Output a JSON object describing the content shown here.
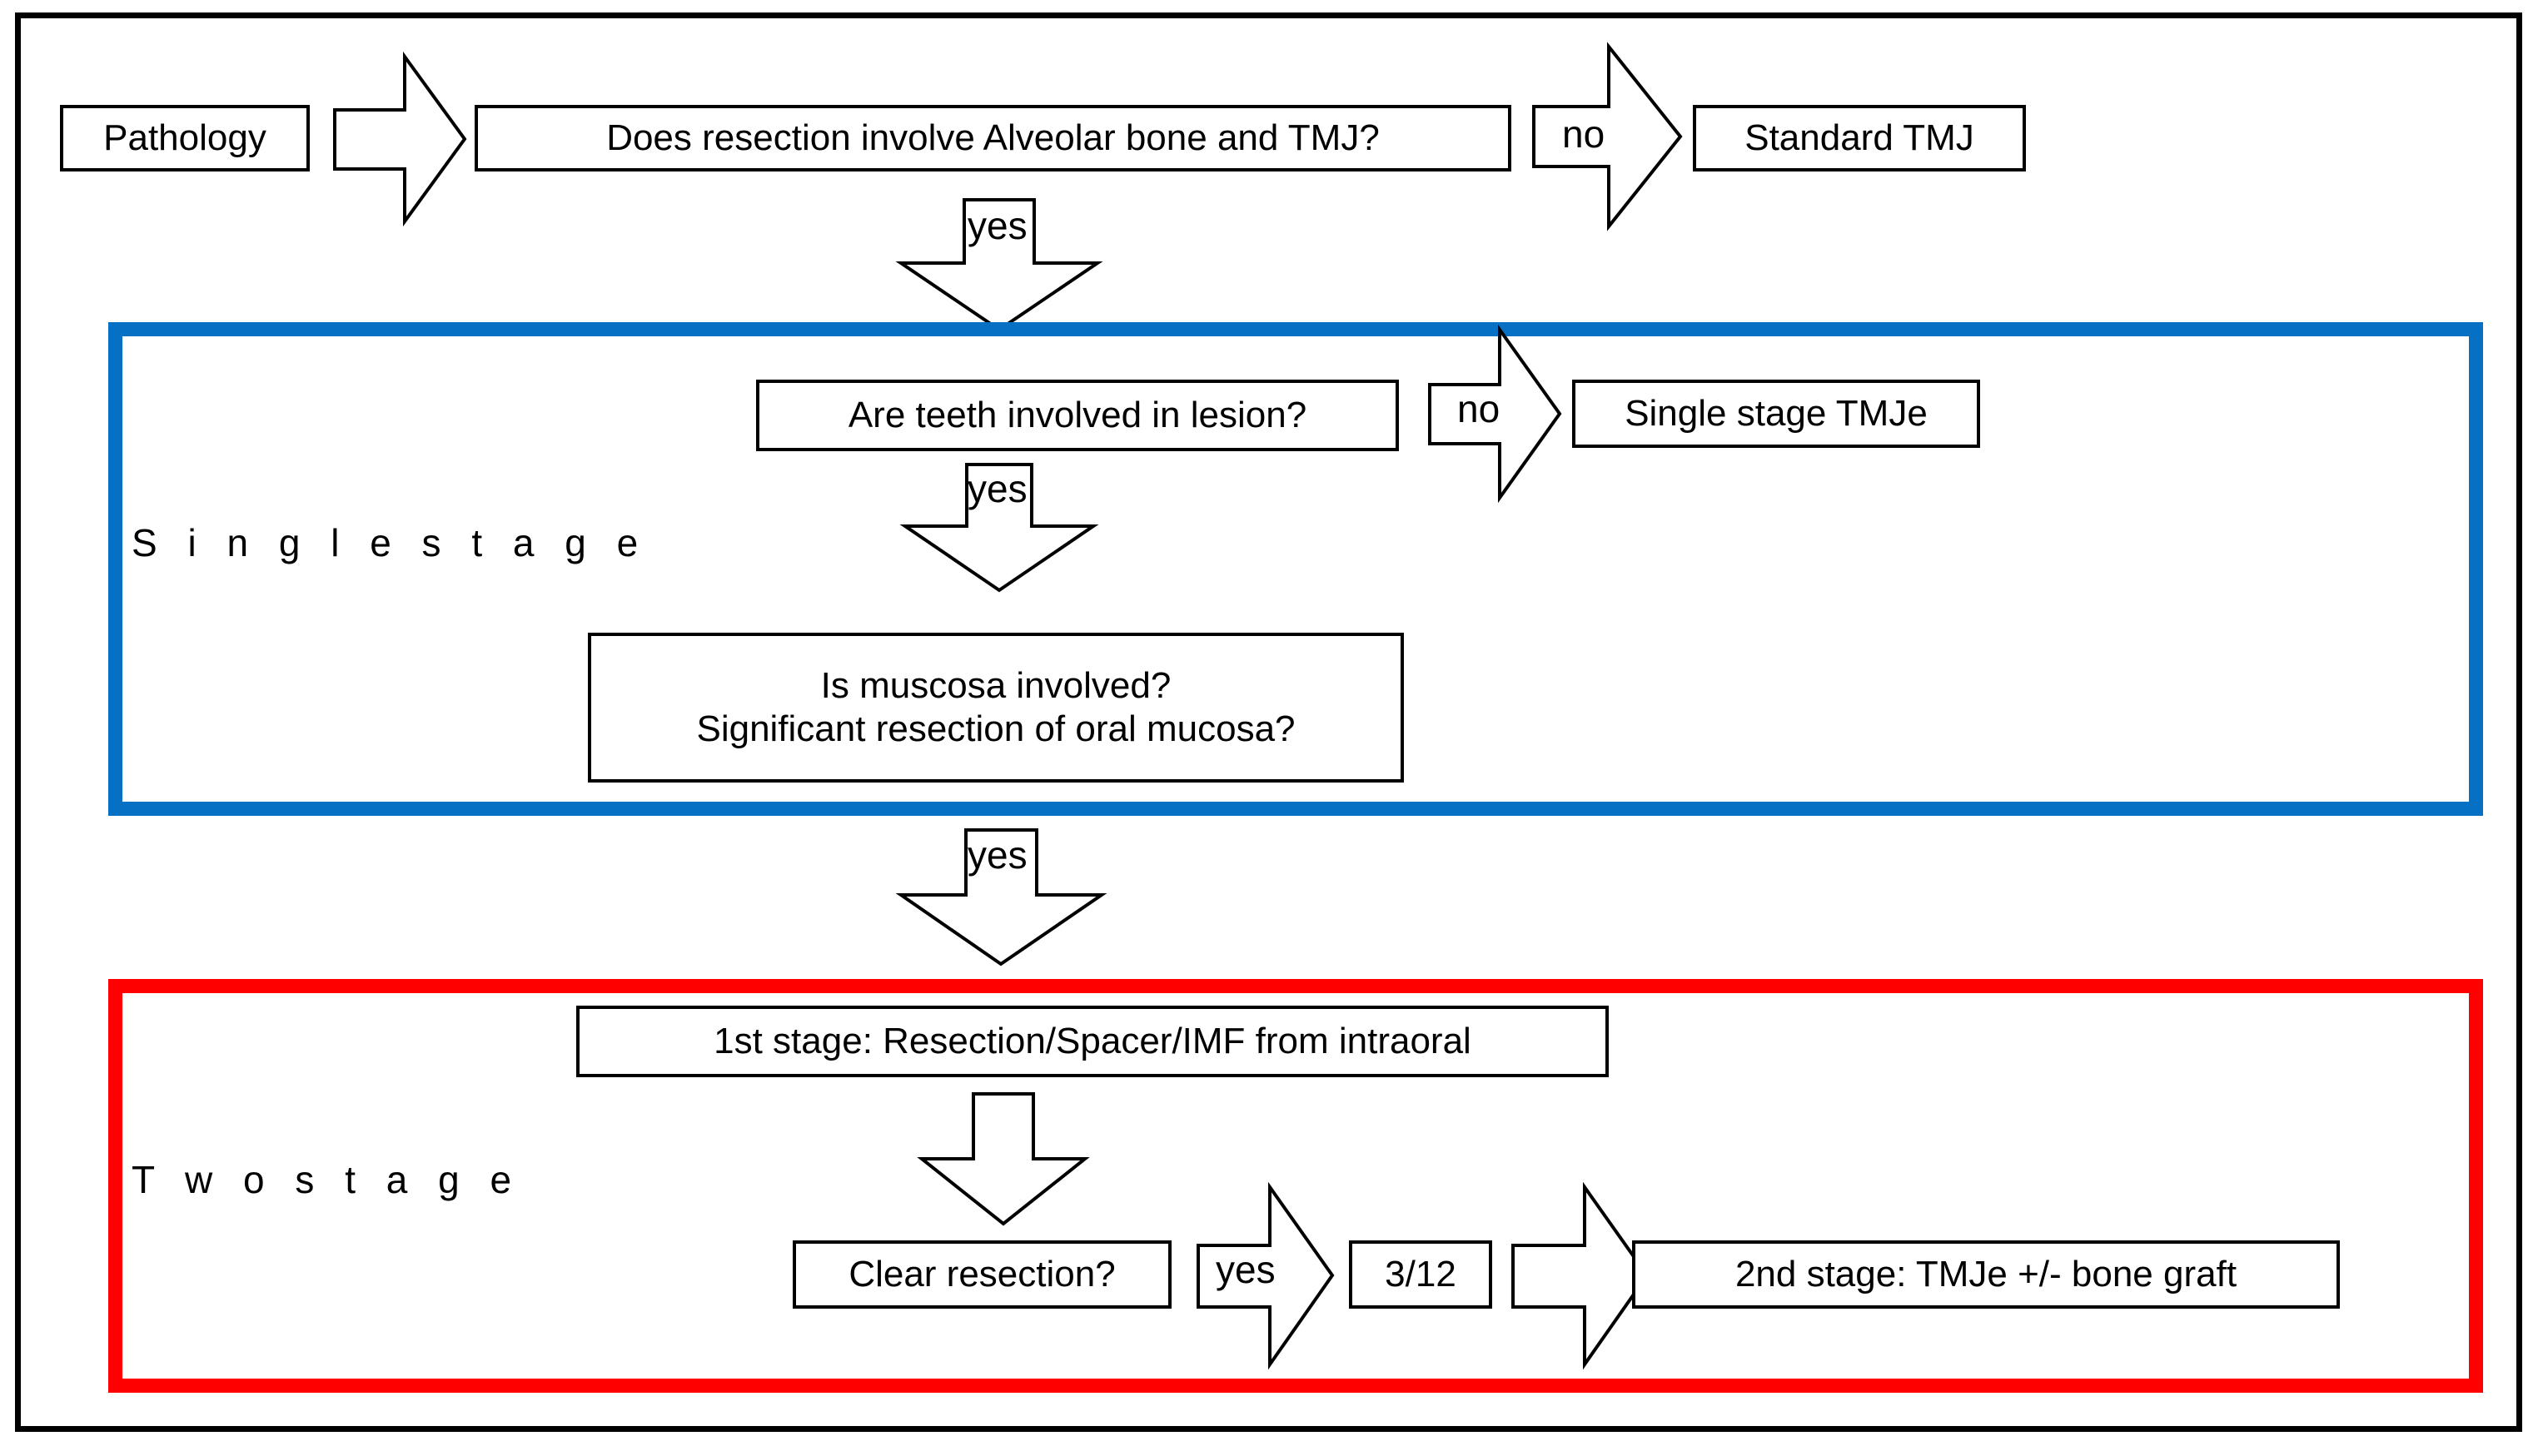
{
  "diagram": {
    "title": "TMJ resection decision flowchart",
    "colors": {
      "frame": "#000000",
      "single_stage_border": "#0570C4",
      "two_stage_border": "#FF0000",
      "node_border": "#000000",
      "node_fill": "#FFFFFF",
      "text": "#000000"
    },
    "groups": {
      "single_stage": {
        "label": "S i n g l e   s t a g e"
      },
      "two_stage": {
        "label": "T w o   s t a g e"
      }
    },
    "nodes": {
      "pathology": "Pathology",
      "question_main": "Does resection involve Alveolar bone and TMJ?",
      "standard_tmj": "Standard TMJ",
      "teeth_question": "Are teeth involved in lesion?",
      "single_stage_tmje": "Single stage TMJe",
      "mucosa_question_line1": "Is muscosa involved?",
      "mucosa_question_line2": "Significant resection of oral mucosa?",
      "first_stage": "1st stage: Resection/Spacer/IMF from intraoral",
      "clear_resection": "Clear resection?",
      "three_twelve": "3/12",
      "second_stage": "2nd stage: TMJe +/- bone graft"
    },
    "edges": {
      "pathology_to_question": "",
      "main_no": "no",
      "main_yes": "yes",
      "teeth_no": "no",
      "teeth_yes": "yes",
      "mucosa_yes": "yes",
      "first_stage_down": "",
      "clear_yes": "yes",
      "three_twelve_to_second": ""
    }
  }
}
